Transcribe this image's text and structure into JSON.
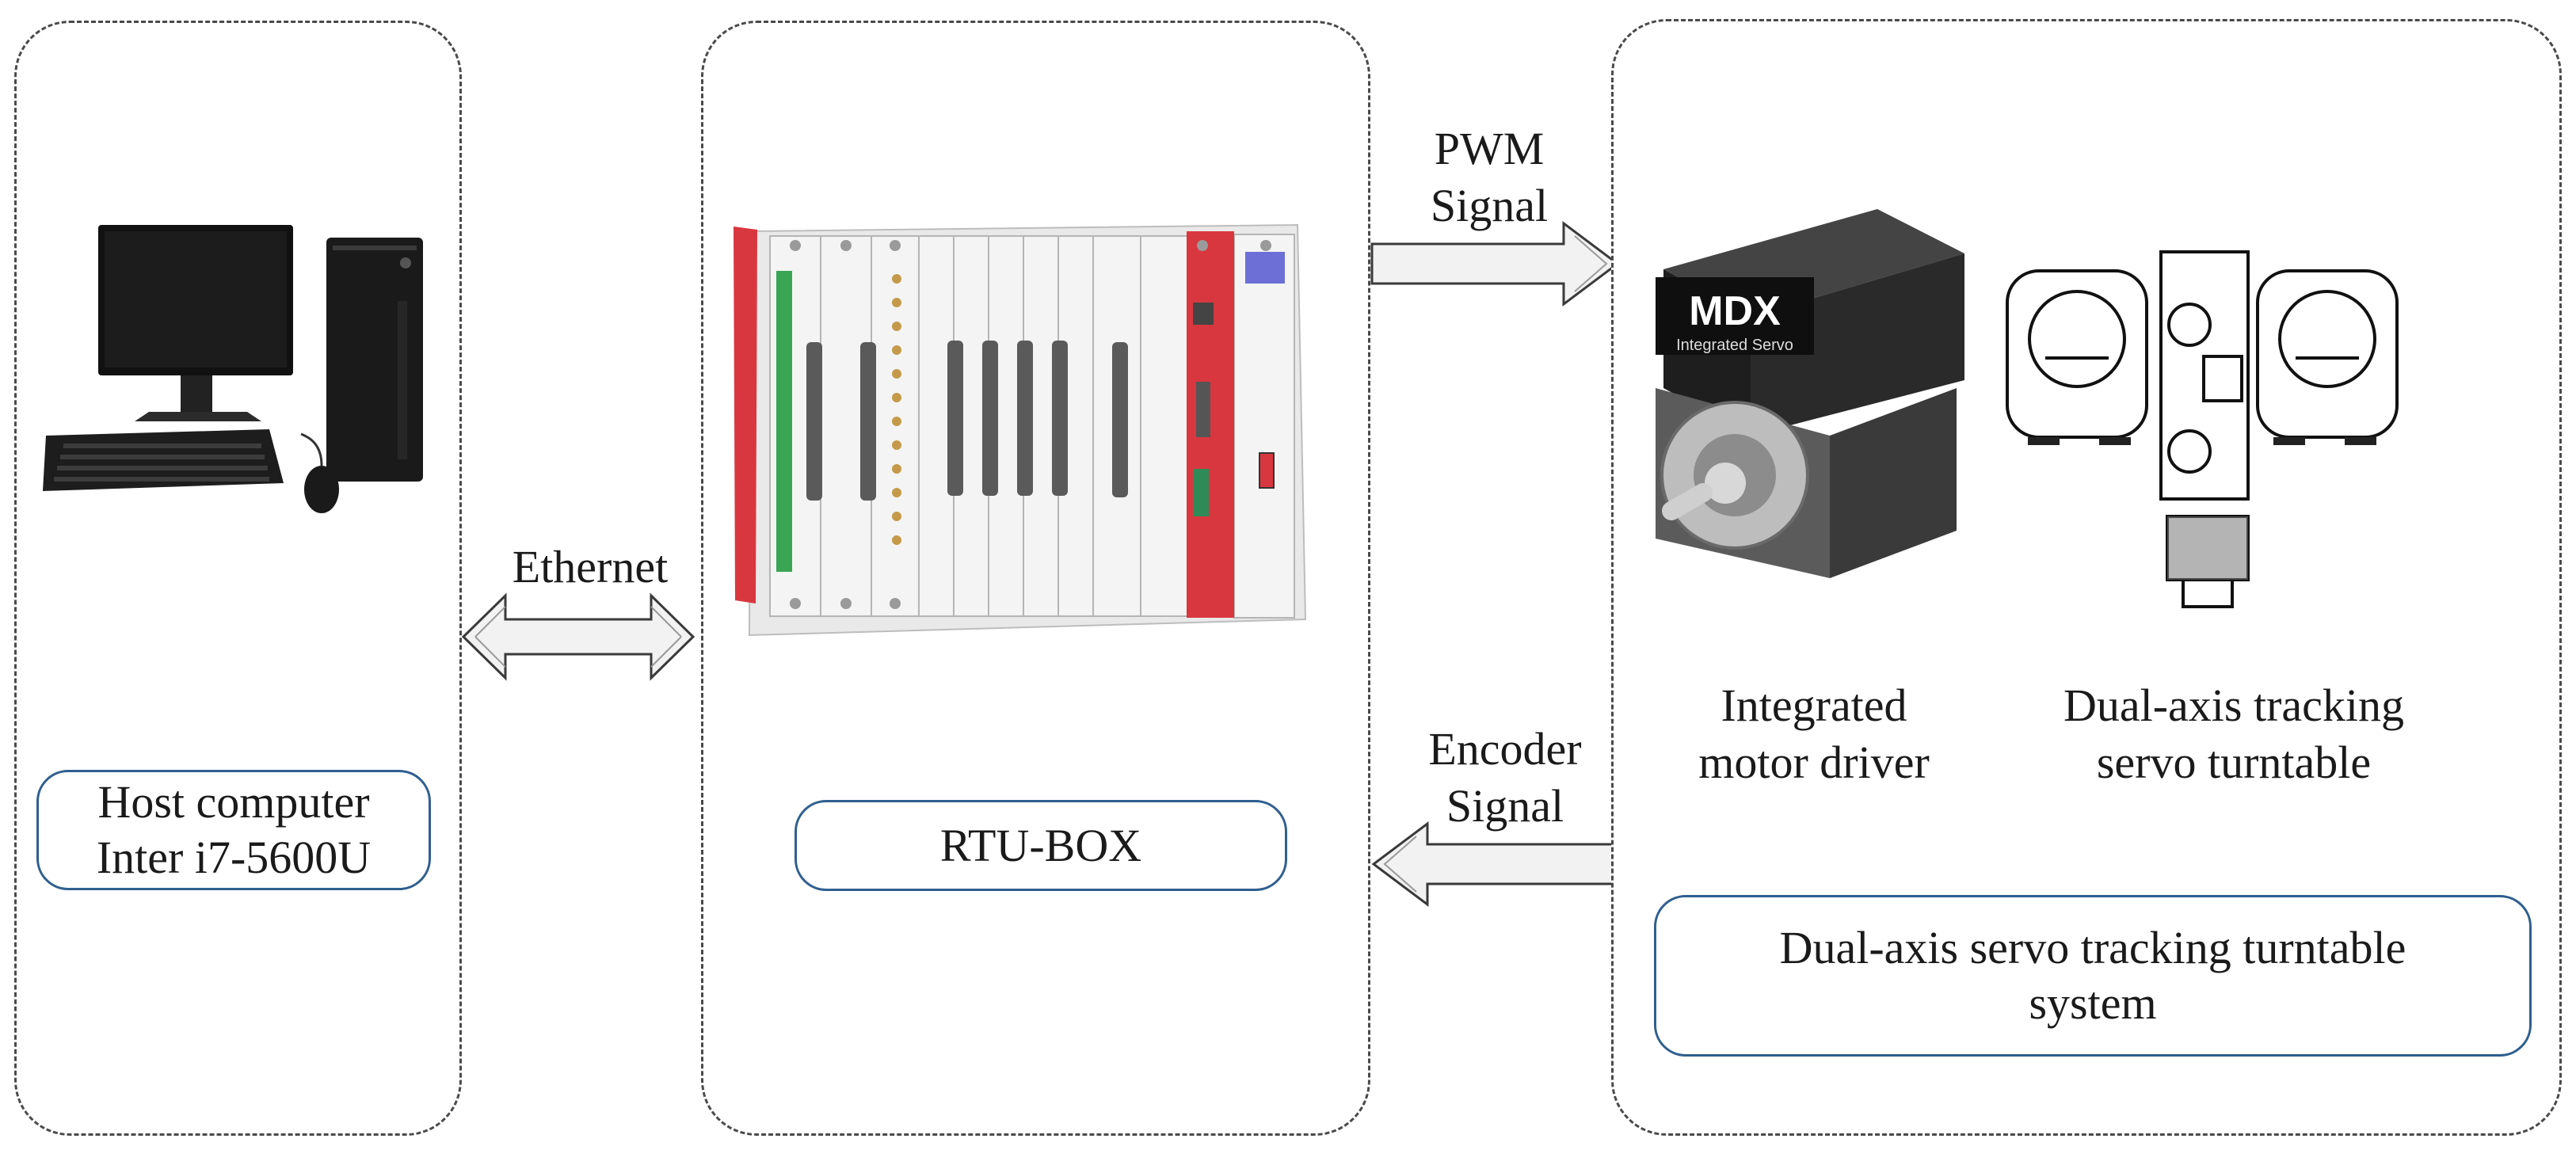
{
  "host": {
    "caption_line1": "Host computer",
    "caption_line2": "Inter i7-5600U"
  },
  "rtu": {
    "caption": "RTU-BOX"
  },
  "ethernet_label": "Ethernet",
  "pwm_label": {
    "line1": "PWM",
    "line2": "Signal"
  },
  "encoder_label": {
    "line1": "Encoder",
    "line2": "Signal"
  },
  "servo_system": {
    "motor_brand": "MDX",
    "motor_subtitle": "Integrated Servo",
    "motor_caption_line1": "Integrated",
    "motor_caption_line2": "motor driver",
    "turntable_caption_line1": "Dual-axis tracking",
    "turntable_caption_line2": "servo turntable",
    "system_caption_line1": "Dual-axis servo tracking turntable",
    "system_caption_line2": "system"
  },
  "colors": {
    "panel_border": "#4a4a4a",
    "label_border": "#2f5f8f",
    "rtu_accent_red": "#d9373f"
  }
}
